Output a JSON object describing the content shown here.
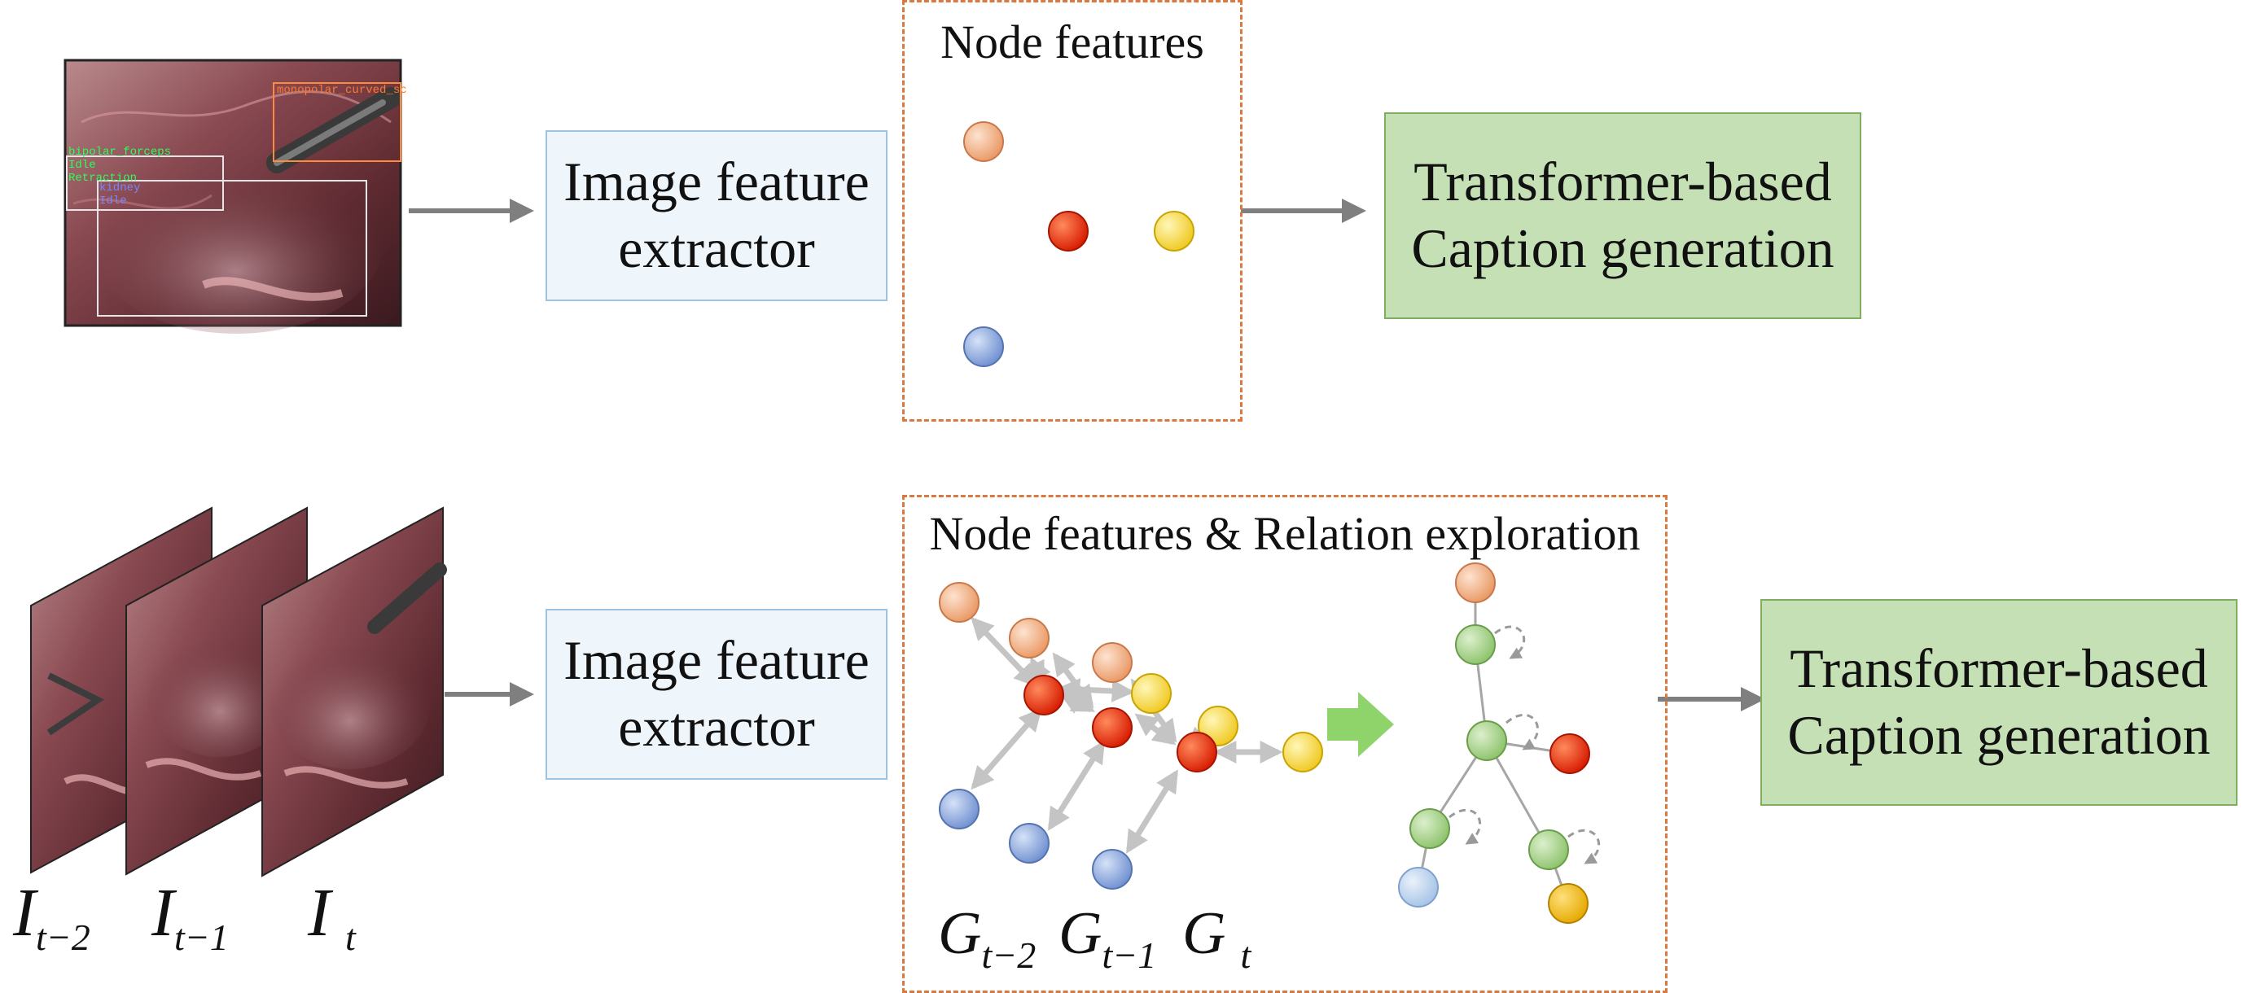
{
  "top_row": {
    "detection_labels": [
      "monopolar_curved_sc",
      "bipolar_forceps",
      "Idle",
      "Retraction",
      "kidney",
      "Idle"
    ],
    "extractor_label": [
      "Image feature",
      "extractor"
    ],
    "node_features_title": "Node features",
    "caption_label": [
      "Transformer-based",
      "Caption generation"
    ]
  },
  "bottom_row": {
    "frames": [
      {
        "base": "I",
        "sub": "t−2"
      },
      {
        "base": "I",
        "sub": "t−1"
      },
      {
        "base": "I",
        "sub": "t"
      }
    ],
    "extractor_label": [
      "Image feature",
      "extractor"
    ],
    "relation_title": "Node features & Relation exploration",
    "graphs": [
      {
        "base": "G",
        "sub": "t−2"
      },
      {
        "base": "G",
        "sub": "t−1"
      },
      {
        "base": "G",
        "sub": "t"
      }
    ],
    "caption_label": [
      "Transformer-based",
      "Caption generation"
    ]
  },
  "colors": {
    "arrow": "#7f7f7f",
    "dashed_border": "#d9783f",
    "extractor_fill": "#eef5fb",
    "caption_fill": "#c5e0b4",
    "node_orange": "#f4b183",
    "node_red": "#ff2a00",
    "node_yellow": "#ffe14d",
    "node_blue": "#8faadc",
    "node_green": "#a9d18e",
    "node_gold": "#ffc000",
    "node_lightblue": "#bdd7ee"
  }
}
